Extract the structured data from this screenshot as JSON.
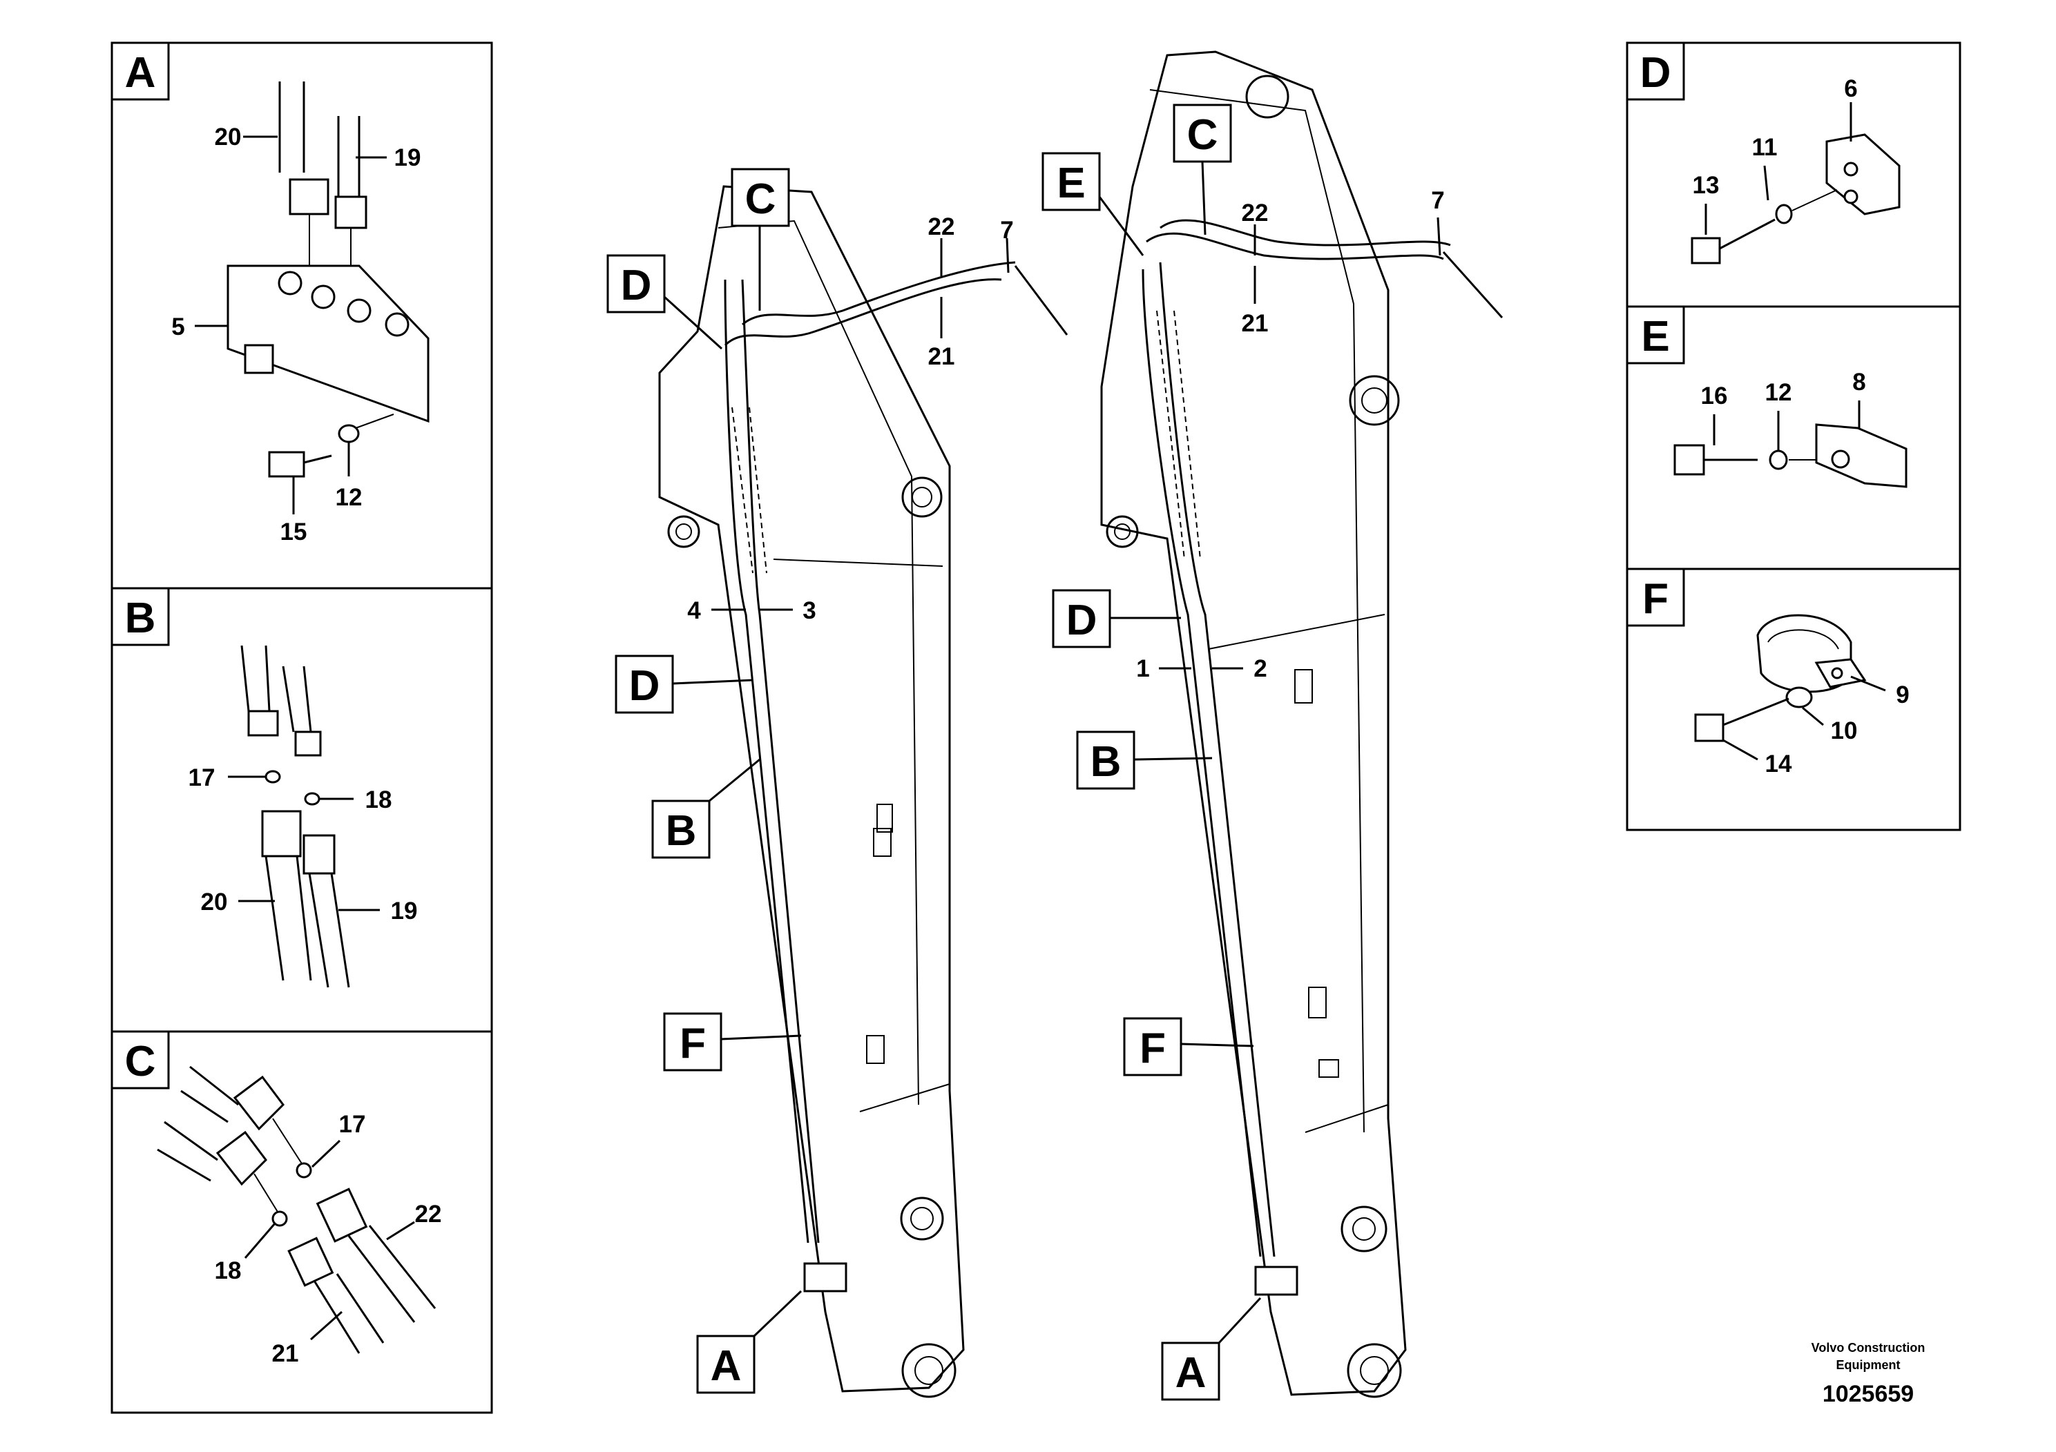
{
  "detail_panels": [
    {
      "letter": "A",
      "labels": [
        "20",
        "19",
        "5",
        "12",
        "15"
      ]
    },
    {
      "letter": "B",
      "labels": [
        "17",
        "18",
        "20",
        "19"
      ]
    },
    {
      "letter": "C",
      "labels": [
        "17",
        "22",
        "18",
        "21"
      ]
    },
    {
      "letter": "D",
      "labels": [
        "6",
        "11",
        "13"
      ]
    },
    {
      "letter": "E",
      "labels": [
        "16",
        "12",
        "8"
      ]
    },
    {
      "letter": "F",
      "labels": [
        "9",
        "10",
        "14"
      ]
    }
  ],
  "boom_left": {
    "callouts": [
      "C",
      "D",
      "D",
      "B",
      "F",
      "A"
    ],
    "labels": [
      "22",
      "7",
      "21",
      "4",
      "3"
    ]
  },
  "boom_right": {
    "callouts": [
      "C",
      "E",
      "D",
      "B",
      "F",
      "A"
    ],
    "labels": [
      "22",
      "7",
      "21",
      "1",
      "2"
    ]
  },
  "footer": {
    "brand_line1": "Volvo Construction",
    "brand_line2": "Equipment",
    "drawing_number": "1025659"
  }
}
